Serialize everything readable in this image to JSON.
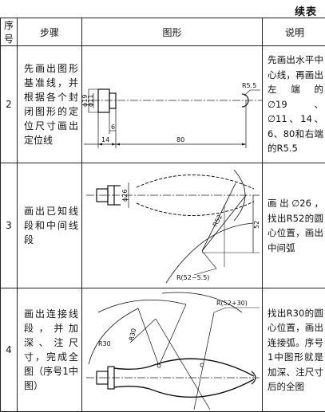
{
  "continued_label": "续表",
  "headers": [
    "序号",
    "步骤",
    "图形",
    "说明"
  ],
  "rows": [
    {
      "no": "2",
      "step": "先画出图形基准线，并根据各个封闭图形的定位尺寸画出定位线",
      "note": "先画出水平中心线，再画出左端的∅19、∅11、14、6、80和右端的R5.5",
      "fig_labels": [
        "ϕ19",
        "ϕ11",
        "R5.5",
        "6",
        "14",
        "80"
      ]
    },
    {
      "no": "3",
      "step": "画出已知线段和中间线段",
      "note": "画出∅26，找出R52的圆心位置，画出中间弧",
      "fig_labels": [
        "ϕ26",
        "R52",
        "52",
        "R(52−5.5)"
      ]
    },
    {
      "no": "4",
      "step": "画出连接线段，并加深、注尺寸，完成全图（序号1中图）",
      "note": "找出R30的圆心位置，画出连接弧。序号1中图形就是加深、注尺寸后的全图",
      "fig_labels": [
        "R(52+30)",
        "R30",
        "R30"
      ]
    }
  ]
}
